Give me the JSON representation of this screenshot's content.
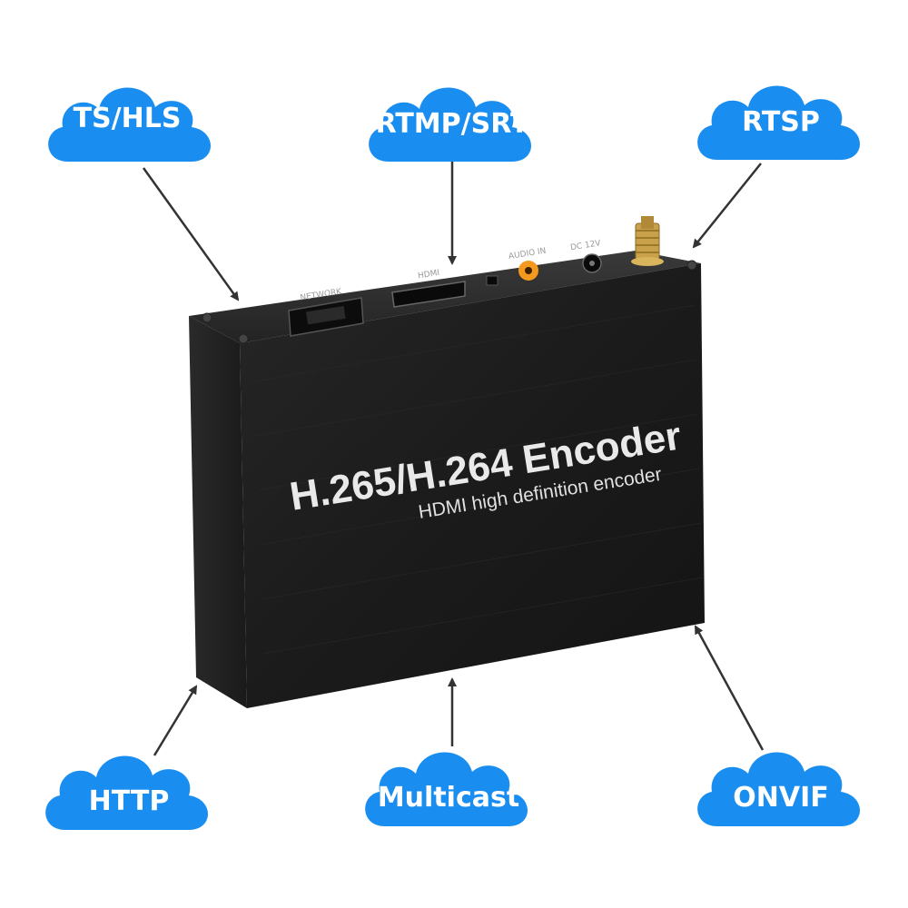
{
  "device": {
    "title": "H.265/H.264 Encoder",
    "subtitle": "HDMI high definition encoder",
    "ports": {
      "network": "NETWORK",
      "hdmi": "HDMI",
      "audio_in": "AUDIO IN",
      "dc_in": "DC 12V"
    },
    "body_color": "#1c1c1c",
    "audio_jack_color": "#f39a1e",
    "antenna_color": "#c9a14a"
  },
  "protocols": {
    "top_left": "TS/HLS",
    "top_center": "RTMP/SRT",
    "top_right": "RTSP",
    "bottom_left": "HTTP",
    "bottom_center": "Multicast",
    "bottom_right": "ONVIF"
  },
  "cloud_color": "#1a8ef0",
  "icons": [
    "cloud-icon",
    "arrow-icon",
    "antenna-icon",
    "ethernet-port-icon",
    "hdmi-port-icon",
    "audio-jack-icon",
    "dc-jack-icon"
  ]
}
